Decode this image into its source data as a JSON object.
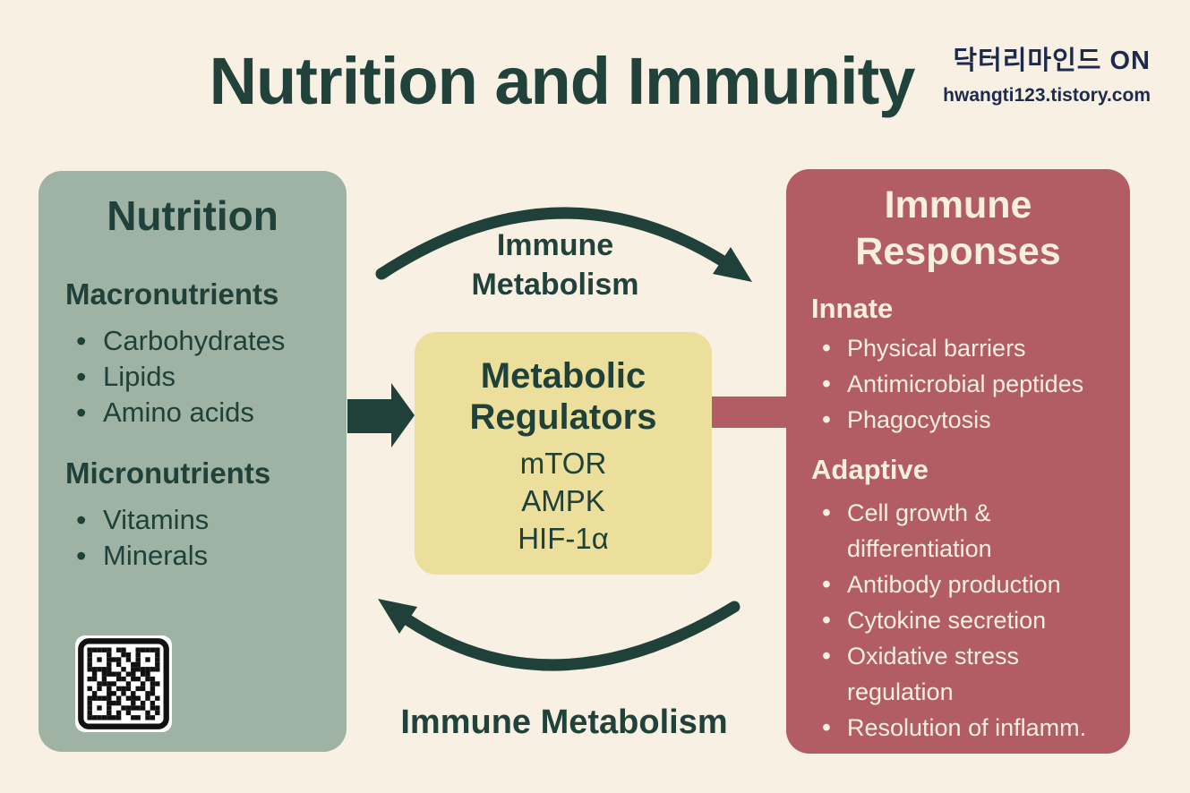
{
  "title": "Nutrition and Immunity",
  "watermark": {
    "brand": "닥터리마인드 ON",
    "url": "hwangti123.tistory.com"
  },
  "panels": {
    "nutrition": {
      "title": "Nutrition",
      "sections": [
        {
          "heading": "Macronutrients",
          "items": [
            "Carbohydrates",
            "Lipids",
            "Amino acids"
          ]
        },
        {
          "heading": "Micronutrients",
          "items": [
            "Vitamins",
            "Minerals"
          ]
        }
      ]
    },
    "regulators": {
      "title": "Metabolic Regulators",
      "items": [
        "mTOR",
        "AMPK",
        "HIF-1α"
      ]
    },
    "immune": {
      "title": "Immune Responses",
      "sections": [
        {
          "heading": "Innate",
          "items": [
            "Physical barriers",
            "Antimicrobial peptides",
            "Phagocytosis"
          ]
        },
        {
          "heading": "Adaptive",
          "items": [
            "Cell growth & differentiation",
            "Antibody production",
            "Cytokine secretion",
            "Oxidative stress regulation",
            "Resolution of inflamm."
          ]
        }
      ]
    }
  },
  "flow": {
    "top_arrow_label": "Immune Metabolism",
    "bottom_arrow_label": "Immune Metabolism"
  },
  "icons": {
    "qr_code": "qr-code"
  },
  "colors": {
    "background": "#F8F0E2",
    "nutrition_panel": "#9FB3A4",
    "regulators_panel": "#ECDE9B",
    "immune_panel": "#B25C64",
    "ink": "#1F4139",
    "light_text": "#F8EFE0",
    "watermark": "#1C2B4D"
  }
}
